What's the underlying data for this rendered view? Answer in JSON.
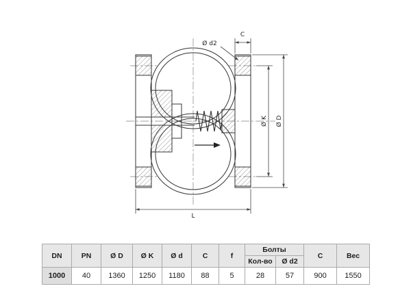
{
  "drawing": {
    "labels": {
      "d2": "Ø d2",
      "c_top": "C",
      "k": "Ø K",
      "d": "Ø D",
      "l": "L"
    }
  },
  "table": {
    "headers": {
      "dn": "DN",
      "pn": "PN",
      "d_outer": "Ø D",
      "k": "Ø K",
      "d_inner": "Ø d",
      "c1": "C",
      "f": "f",
      "bolts": "Болты",
      "bolts_qty": "Кол-во",
      "bolts_d2": "Ø d2",
      "c2": "C",
      "weight": "Вес"
    },
    "row": {
      "dn": "1000",
      "pn": "40",
      "d_outer": "1360",
      "k": "1250",
      "d_inner": "1180",
      "c1": "88",
      "f": "5",
      "bolts_qty": "28",
      "bolts_d2": "57",
      "c2": "900",
      "weight": "1550"
    }
  }
}
